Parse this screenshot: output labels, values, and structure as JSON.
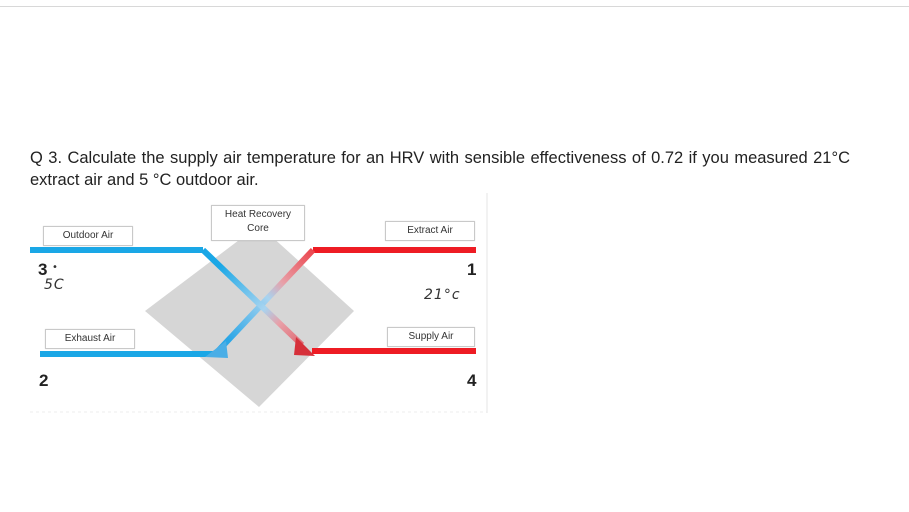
{
  "question": {
    "text": "Q 3. Calculate the supply air temperature for an HRV with sensible effectiveness of 0.72 if you measured 21°C extract air and 5 °C outdoor air."
  },
  "diagram": {
    "labels": {
      "core": "Heat Recovery\nCore",
      "outdoor_air": "Outdoor Air",
      "extract_air": "Extract Air",
      "exhaust_air": "Exhaust Air",
      "supply_air": "Supply Air"
    },
    "numbers": {
      "n1": "1",
      "n2": "2",
      "n3": "3",
      "n4": "4"
    },
    "handwritten": {
      "outdoor_temp": "5C",
      "extract_temp": "21°c",
      "dot": "•"
    },
    "colors": {
      "cold": "#1aa7e6",
      "hot": "#ee1c24",
      "core": "#d6d6d6"
    }
  }
}
